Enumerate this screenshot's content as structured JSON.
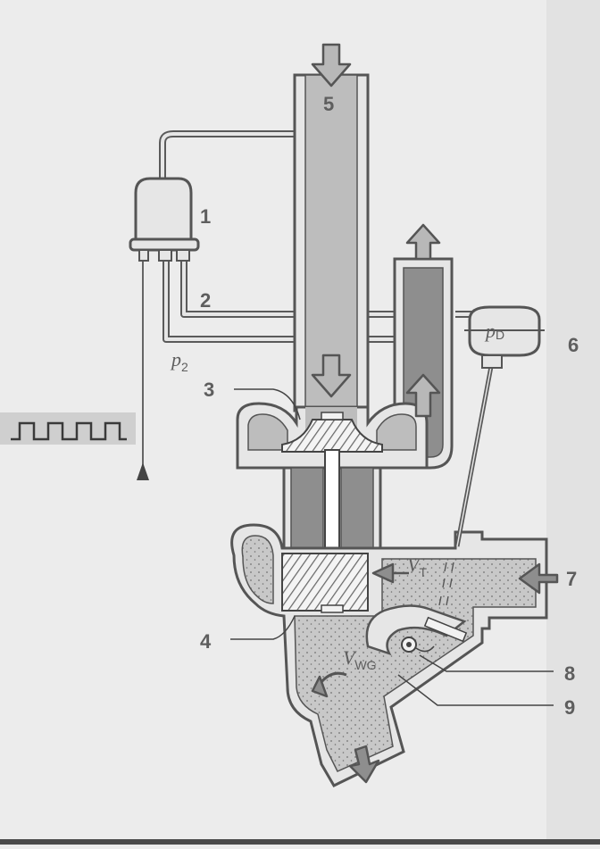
{
  "labels": {
    "n1": "1",
    "n2": "2",
    "n3": "3",
    "n4": "4",
    "n5": "5",
    "n6": "6",
    "n7": "7",
    "n8": "8",
    "n9": "9"
  },
  "symbols": {
    "p2_main": "p",
    "p2_sub": "2",
    "pd_main": "p",
    "pd_sub": "D",
    "vt_main": "V",
    "vt_sub": "T",
    "vwg_main": "V",
    "vwg_sub": "WG"
  },
  "colors": {
    "background": "#ececec",
    "intake_gray": "#bdbdbd",
    "exhaust_dotted": "#c6c6c6",
    "outline": "#555555",
    "hot_duct": "#8e8e8e",
    "arrow_fill": "#b8b8b8"
  }
}
